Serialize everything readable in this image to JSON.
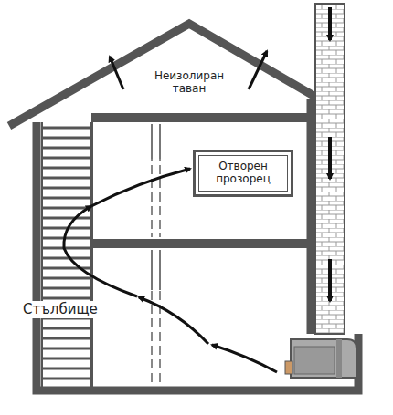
{
  "diagram": {
    "nodes": [
      {
        "text": [
          "Отворен прозорец"
        ]
      }
    ],
    "labels": [
      "Неизолиран таван",
      "Стълбище"
    ]
  }
}
